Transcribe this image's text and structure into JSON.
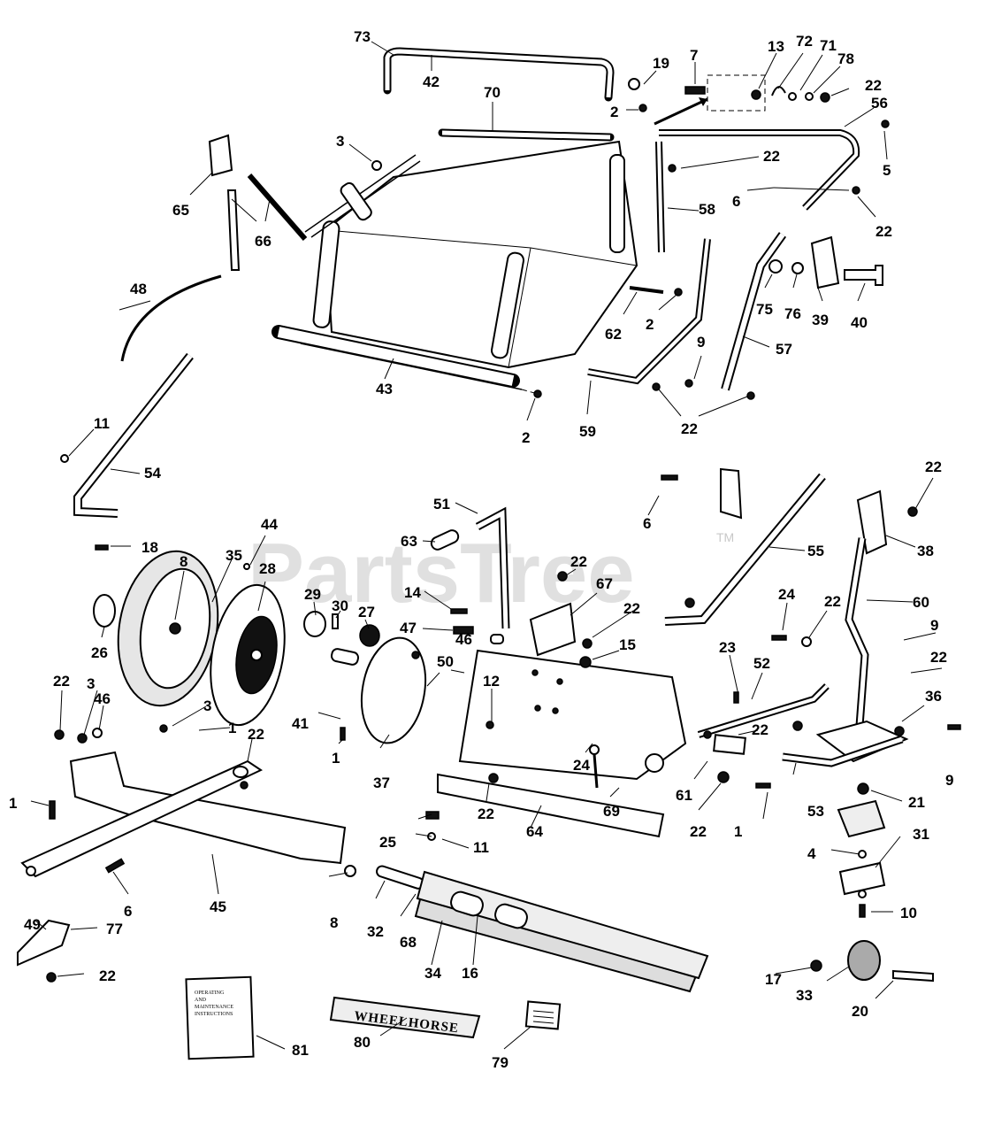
{
  "watermark": {
    "text": "PartsTree",
    "trademark": "TM"
  },
  "manual_cover": {
    "lines": [
      "OPERATING",
      "AND",
      "MAINTENANCE",
      "INSTRUCTIONS"
    ]
  },
  "decal": {
    "text": "WHEELHORSE"
  },
  "callouts": [
    {
      "id": "c-73",
      "label": "73"
    },
    {
      "id": "c-42",
      "label": "42"
    },
    {
      "id": "c-70",
      "label": "70"
    },
    {
      "id": "c-19",
      "label": "19"
    },
    {
      "id": "c-2a",
      "label": "2"
    },
    {
      "id": "c-7",
      "label": "7"
    },
    {
      "id": "c-13",
      "label": "13"
    },
    {
      "id": "c-72",
      "label": "72"
    },
    {
      "id": "c-71",
      "label": "71"
    },
    {
      "id": "c-78",
      "label": "78"
    },
    {
      "id": "c-22a",
      "label": "22"
    },
    {
      "id": "c-56",
      "label": "56"
    },
    {
      "id": "c-5",
      "label": "5"
    },
    {
      "id": "c-3a",
      "label": "3"
    },
    {
      "id": "c-65",
      "label": "65"
    },
    {
      "id": "c-22b",
      "label": "22"
    },
    {
      "id": "c-6a",
      "label": "6"
    },
    {
      "id": "c-22c",
      "label": "22"
    },
    {
      "id": "c-66",
      "label": "66"
    },
    {
      "id": "c-58",
      "label": "58"
    },
    {
      "id": "c-48",
      "label": "48"
    },
    {
      "id": "c-75",
      "label": "75"
    },
    {
      "id": "c-76",
      "label": "76"
    },
    {
      "id": "c-39",
      "label": "39"
    },
    {
      "id": "c-40",
      "label": "40"
    },
    {
      "id": "c-2b",
      "label": "2"
    },
    {
      "id": "c-62",
      "label": "62"
    },
    {
      "id": "c-57",
      "label": "57"
    },
    {
      "id": "c-9a",
      "label": "9"
    },
    {
      "id": "c-43",
      "label": "43"
    },
    {
      "id": "c-2c",
      "label": "2"
    },
    {
      "id": "c-59",
      "label": "59"
    },
    {
      "id": "c-22d",
      "label": "22"
    },
    {
      "id": "c-11a",
      "label": "11"
    },
    {
      "id": "c-54",
      "label": "54"
    },
    {
      "id": "c-22e",
      "label": "22"
    },
    {
      "id": "c-6b",
      "label": "6"
    },
    {
      "id": "c-51",
      "label": "51"
    },
    {
      "id": "c-18",
      "label": "18"
    },
    {
      "id": "c-44",
      "label": "44"
    },
    {
      "id": "c-38",
      "label": "38"
    },
    {
      "id": "c-63",
      "label": "63"
    },
    {
      "id": "c-55",
      "label": "55"
    },
    {
      "id": "c-8a",
      "label": "8"
    },
    {
      "id": "c-35",
      "label": "35"
    },
    {
      "id": "c-28",
      "label": "28"
    },
    {
      "id": "c-22f",
      "label": "22"
    },
    {
      "id": "c-67",
      "label": "67"
    },
    {
      "id": "c-29",
      "label": "29"
    },
    {
      "id": "c-30",
      "label": "30"
    },
    {
      "id": "c-27",
      "label": "27"
    },
    {
      "id": "c-14",
      "label": "14"
    },
    {
      "id": "c-24a",
      "label": "24"
    },
    {
      "id": "c-22g",
      "label": "22"
    },
    {
      "id": "c-60",
      "label": "60"
    },
    {
      "id": "c-26",
      "label": "26"
    },
    {
      "id": "c-47",
      "label": "47"
    },
    {
      "id": "c-22h",
      "label": "22"
    },
    {
      "id": "c-15",
      "label": "15"
    },
    {
      "id": "c-23",
      "label": "23"
    },
    {
      "id": "c-9b",
      "label": "9"
    },
    {
      "id": "c-22i",
      "label": "22"
    },
    {
      "id": "c-3b",
      "label": "3"
    },
    {
      "id": "c-46a",
      "label": "46"
    },
    {
      "id": "c-50",
      "label": "50"
    },
    {
      "id": "c-46b",
      "label": "46"
    },
    {
      "id": "c-12",
      "label": "12"
    },
    {
      "id": "c-52",
      "label": "52"
    },
    {
      "id": "c-22j",
      "label": "22"
    },
    {
      "id": "c-36",
      "label": "36"
    },
    {
      "id": "c-41",
      "label": "41"
    },
    {
      "id": "c-3c",
      "label": "3"
    },
    {
      "id": "c-1a",
      "label": "1"
    },
    {
      "id": "c-22k",
      "label": "22"
    },
    {
      "id": "c-22l",
      "label": "22"
    },
    {
      "id": "c-1b",
      "label": "1"
    },
    {
      "id": "c-37",
      "label": "37"
    },
    {
      "id": "c-24b",
      "label": "24"
    },
    {
      "id": "c-9c",
      "label": "9"
    },
    {
      "id": "c-61",
      "label": "61"
    },
    {
      "id": "c-53",
      "label": "53"
    },
    {
      "id": "c-1c",
      "label": "1"
    },
    {
      "id": "c-22m",
      "label": "22"
    },
    {
      "id": "c-69",
      "label": "69"
    },
    {
      "id": "c-21",
      "label": "21"
    },
    {
      "id": "c-22n",
      "label": "22"
    },
    {
      "id": "c-1d",
      "label": "1"
    },
    {
      "id": "c-25",
      "label": "25"
    },
    {
      "id": "c-11b",
      "label": "11"
    },
    {
      "id": "c-64",
      "label": "64"
    },
    {
      "id": "c-31",
      "label": "31"
    },
    {
      "id": "c-4",
      "label": "4"
    },
    {
      "id": "c-6c",
      "label": "6"
    },
    {
      "id": "c-45",
      "label": "45"
    },
    {
      "id": "c-8b",
      "label": "8"
    },
    {
      "id": "c-32",
      "label": "32"
    },
    {
      "id": "c-10",
      "label": "10"
    },
    {
      "id": "c-49",
      "label": "49"
    },
    {
      "id": "c-77",
      "label": "77"
    },
    {
      "id": "c-68",
      "label": "68"
    },
    {
      "id": "c-34",
      "label": "34"
    },
    {
      "id": "c-16",
      "label": "16"
    },
    {
      "id": "c-22o",
      "label": "22"
    },
    {
      "id": "c-17",
      "label": "17"
    },
    {
      "id": "c-33",
      "label": "33"
    },
    {
      "id": "c-20",
      "label": "20"
    },
    {
      "id": "c-81",
      "label": "81"
    },
    {
      "id": "c-80",
      "label": "80"
    },
    {
      "id": "c-79",
      "label": "79"
    }
  ]
}
